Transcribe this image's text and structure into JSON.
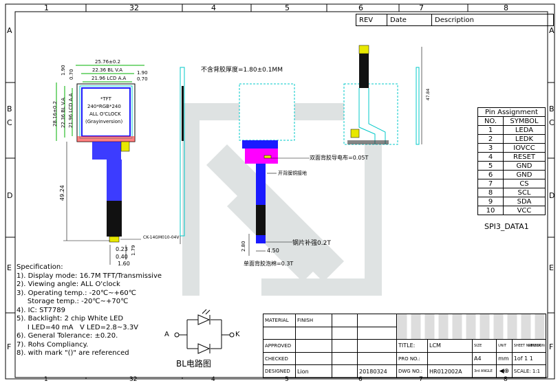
{
  "grid": {
    "cols_top": [
      "1",
      "32",
      "4",
      "5",
      "6",
      "7",
      "8"
    ],
    "cols_bottom": [
      "1",
      "32",
      "4",
      "5",
      "6",
      "7",
      "8"
    ],
    "rows_left": [
      "A",
      "B",
      "C",
      "D",
      "E",
      "F"
    ],
    "rows_right": [
      "A",
      "B",
      "C",
      "D",
      "E",
      "F"
    ]
  },
  "revision": {
    "rev": "REV",
    "date": "Date",
    "description": "Description"
  },
  "front_view": {
    "dim_width_total": "25.76±0.2",
    "dim_width_bl": "22.36 BL V.A",
    "dim_width_aa": "21.96 LCD A.A",
    "dim_left_top": "1.90",
    "dim_left_top2": "0.70",
    "dim_right_top": "1.90",
    "dim_right_top2": "0.70",
    "dim_height_total": "28.16±0.2",
    "dim_height_bl": "22.36 BL V.A",
    "dim_height_aa": "21.96 LCD A.A",
    "screen_line1": "*TFT",
    "screen_line2": "240*RGB*240",
    "screen_line3": "ALL O'CLOCK",
    "screen_line4": "(Grayinversion)",
    "fpc_length": "49.24",
    "connector_label": "CK-14GM010-04V",
    "dim_pitch": "0.23",
    "dim_pad": "0.40",
    "dim_total": "1.60",
    "dim_h": "1.79"
  },
  "side_view": {
    "thickness_note": "不含背胶厚度=1.80±0.1MM",
    "tape_note": "双面背胶导电布=0.05T",
    "adhesive_note": "开背膜铜接地",
    "stiffener_note": "钢片补强0.2T",
    "single_tape_note": "单面背胶泡棉=0.3T",
    "dim_280": "2.80",
    "dim_450": "4.50"
  },
  "rear_view": {
    "height_dim": "47.84"
  },
  "pin_assignment": {
    "title": "Pin Assignment",
    "col_no": "NO.",
    "col_symbol": "SYMBOL",
    "rows": [
      [
        "1",
        "LEDA"
      ],
      [
        "2",
        "LEDK"
      ],
      [
        "3",
        "IOVCC"
      ],
      [
        "4",
        "RESET"
      ],
      [
        "5",
        "GND"
      ],
      [
        "6",
        "GND"
      ],
      [
        "7",
        "CS"
      ],
      [
        "8",
        "SCL"
      ],
      [
        "9",
        "SDA"
      ],
      [
        "10",
        "VCC"
      ]
    ],
    "footer": "SPI3_DATA1"
  },
  "specification": {
    "title": "Specification:",
    "items": [
      "1). Display mode: 16.7M TFT/Transmissive",
      "2). Viewing angle: ALL O'clock",
      "3). Operating temp.: -20℃~+60℃",
      "     Storage temp.: -20℃~+70℃",
      "4). IC: ST7789",
      "5). Backlight: 2 chip White LED",
      "     I LED=40 mA   V LED=2.8~3.3V",
      "6). General Tolerance: ±0.20.",
      "7). Rohs Compliancy.",
      "8). with mark \"()\" are referenced"
    ]
  },
  "bl_circuit": {
    "anode": "A",
    "cathode": "K",
    "caption": "BL电路图"
  },
  "title_block": {
    "material": "MATERIAL",
    "finish": "FINISH",
    "approved": "APPROVED",
    "checked": "CHECKED",
    "designed": "DESIGNED",
    "designer": "Lion",
    "date": "20180324",
    "title_label": "TITLE:",
    "title_value": "LCM",
    "size_label": "SIZE",
    "unit_label": "UNIT",
    "sheet_label": "SHEET NUMBER",
    "revision_label": "REVISION",
    "pro_label": "PRO NO.:",
    "size_value": "A4",
    "unit_value": "mm",
    "sheet_value": "1of",
    "sheet_total": "1",
    "revision_value": "1",
    "dwg_label": "DWG NO.:",
    "dwg_value": "HR012002A",
    "angle_label": "3rd ANGLE",
    "scale_label": "SCALE:",
    "scale_value": "1:1"
  },
  "colors": {
    "cyan": "#00c8c8",
    "fpc_blue": "#1a1aff",
    "magenta": "#ff00ff",
    "green": "#00b000",
    "yellow": "#e8e800",
    "watermark": "#8c9c9c"
  }
}
